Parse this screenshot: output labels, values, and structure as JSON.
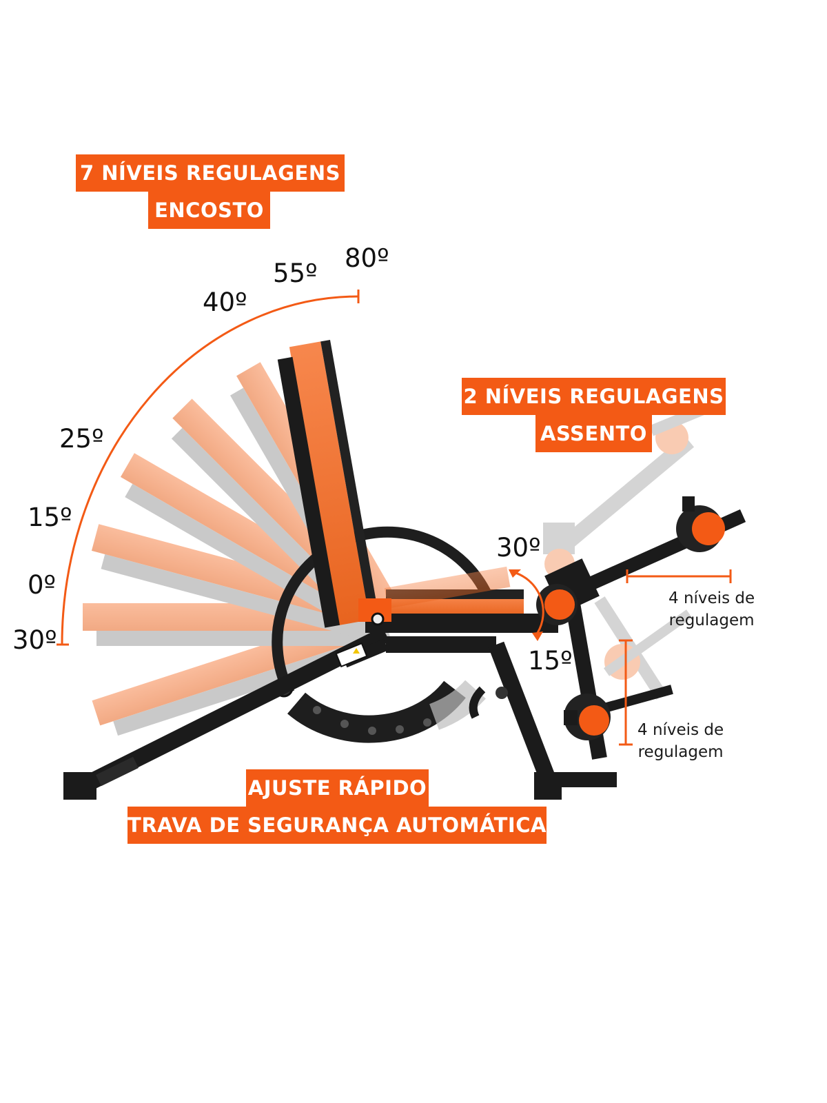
{
  "backrest": {
    "title_line1": "7 NÍVEIS REGULAGENS",
    "title_line2": "ENCOSTO",
    "angles": [
      "80º",
      "55º",
      "40º",
      "25º",
      "15º",
      "0º",
      "30º"
    ]
  },
  "seat": {
    "title_line1": "2 NÍVEIS REGULAGENS",
    "title_line2": "ASSENTO",
    "angles": [
      "30º",
      "15º"
    ]
  },
  "leg_holder": {
    "horizontal_note_line1": "4 níveis de",
    "horizontal_note_line2": "regulagem",
    "vertical_note_line1": "4 níveis de",
    "vertical_note_line2": "regulagem"
  },
  "footer": {
    "line1": "AJUSTE RÁPIDO",
    "line2": "TRAVA DE SEGURANÇA AUTOMÁTICA"
  },
  "colors": {
    "accent": "#f35a15",
    "frame": "#1b1b1b",
    "ghost": "#bdbdbd",
    "text": "#111111"
  }
}
